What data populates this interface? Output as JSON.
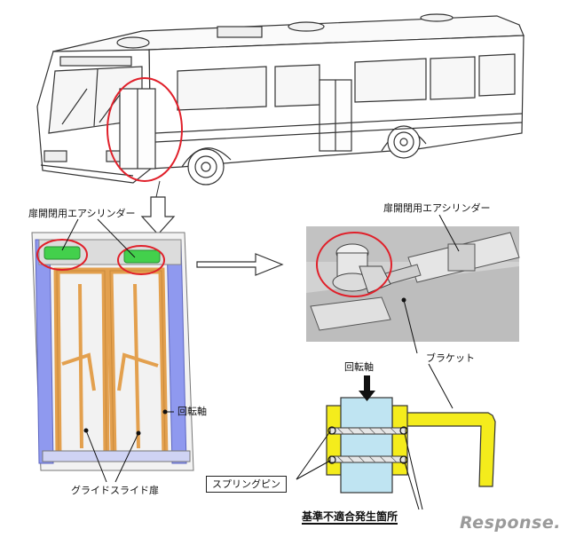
{
  "labels": {
    "door_cylinder_left": "扉開閉用エアシリンダー",
    "door_cylinder_right": "扉開閉用エアシリンダー",
    "rotation_axis_top": "回転軸",
    "rotation_axis_side": "回転軸",
    "bracket": "ブラケット",
    "spring_pin": "スプリングピン",
    "glide_slide_door": "グライドスライド扉",
    "nonconforming_location": "基準不適合発生箇所"
  },
  "watermark": {
    "text": "Response."
  },
  "colors": {
    "highlight_circle": "#e0202a",
    "door_frame": "#e3a04e",
    "door_panel_edge": "#7f8ce8",
    "cylinder_green": "#43d04c",
    "bracket_yellow": "#f4ec1c",
    "shaft_blue": "#bfe4f2",
    "outline": "#222222"
  }
}
